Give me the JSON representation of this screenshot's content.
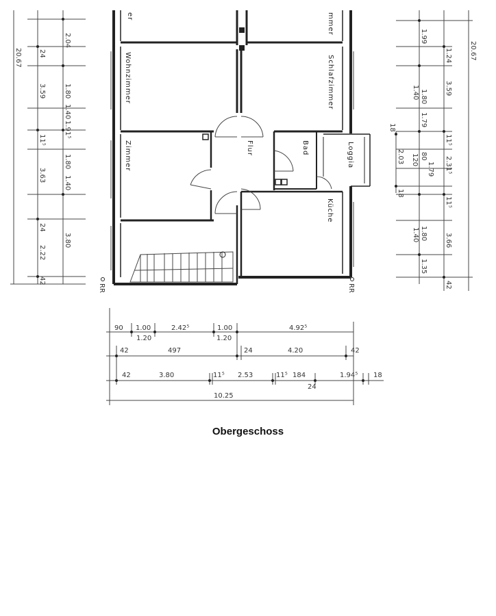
{
  "title": "Obergeschoss",
  "rooms": {
    "wohnzimmer": "Wohnzimmer",
    "schlafzimmer": "Schlafzimmer",
    "zimmer": "Zimmer",
    "flur": "Flur",
    "bad": "Bad",
    "loggia": "Loggia",
    "kueche": "Küche",
    "top_left_partial": "er",
    "top_right_partial": "mmer"
  },
  "markers": {
    "rr_left": "RR",
    "rr_right": "RR"
  },
  "left_dimensions": {
    "total": "20.67",
    "outer_col": [
      "2.04",
      "1.80",
      "1.40",
      "1.91⁵",
      "1.80",
      "1.40",
      "3.80"
    ],
    "inner_col": [
      "24",
      "3.59",
      "11⁵",
      "3.63",
      "24",
      "2.22",
      "42"
    ]
  },
  "right_dimensions": {
    "total": "20.67",
    "outer_col": [
      "1.99",
      "1.24",
      "3.59",
      "11⁵",
      "2.31⁵",
      "11⁵",
      "3.66",
      "42"
    ],
    "inner_col": [
      "1.80",
      "1.40",
      "1.79",
      "80",
      "1.79",
      "1.80",
      "1.40",
      "1.35"
    ],
    "loggia_col": [
      "18",
      "2.03",
      "120",
      "18"
    ]
  },
  "bottom_dimensions": {
    "row1": [
      "90",
      "1.00",
      "2.42⁵",
      "1.00",
      "4.92⁵"
    ],
    "row1_sub": [
      "1.20",
      "1.20"
    ],
    "row2": [
      "42",
      "497",
      "24",
      "4.20",
      "42"
    ],
    "row3": [
      "42",
      "3.80",
      "11⁵",
      "2.53",
      "11⁵",
      "184",
      "1.94⁵",
      "18"
    ],
    "row3_sub": "24",
    "total": "10.25"
  },
  "colors": {
    "ink": "#222222",
    "background": "#ffffff"
  }
}
